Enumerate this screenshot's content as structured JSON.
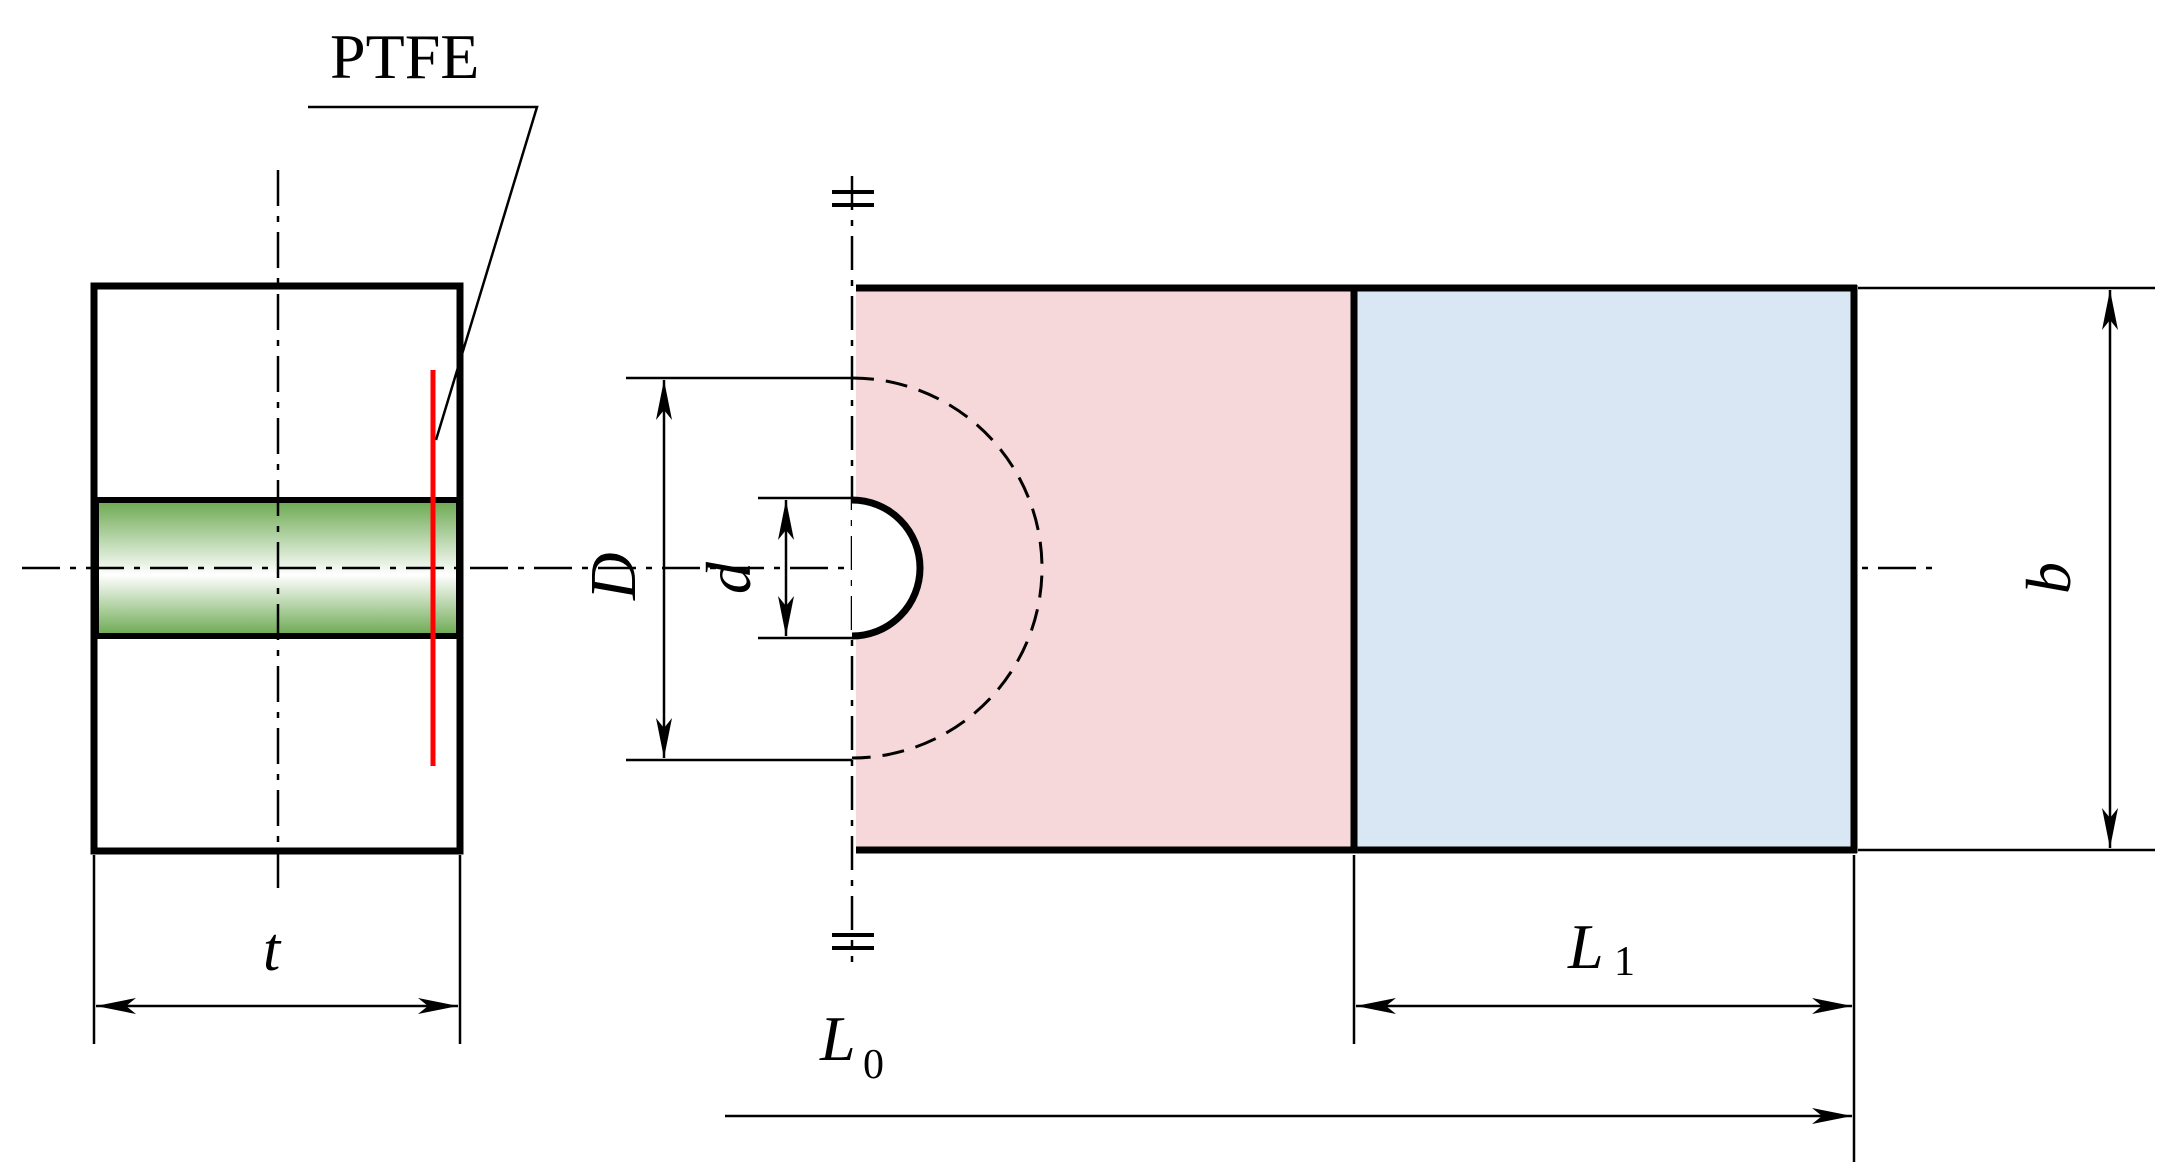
{
  "labels": {
    "material": "PTFE",
    "thickness": "t",
    "outer_diameter": "D",
    "inner_diameter": "d",
    "width": "b",
    "l1_main": "L",
    "l1_sub": "1",
    "l0_main": "L",
    "l0_sub": "0"
  },
  "colors": {
    "line": "#000000",
    "ptfe_layer": "#ff0000",
    "pink_region": "#f6d8da",
    "blue_region": "#d9e7f5",
    "green_dark": "#6aa84f",
    "green_light": "#ffffff"
  }
}
